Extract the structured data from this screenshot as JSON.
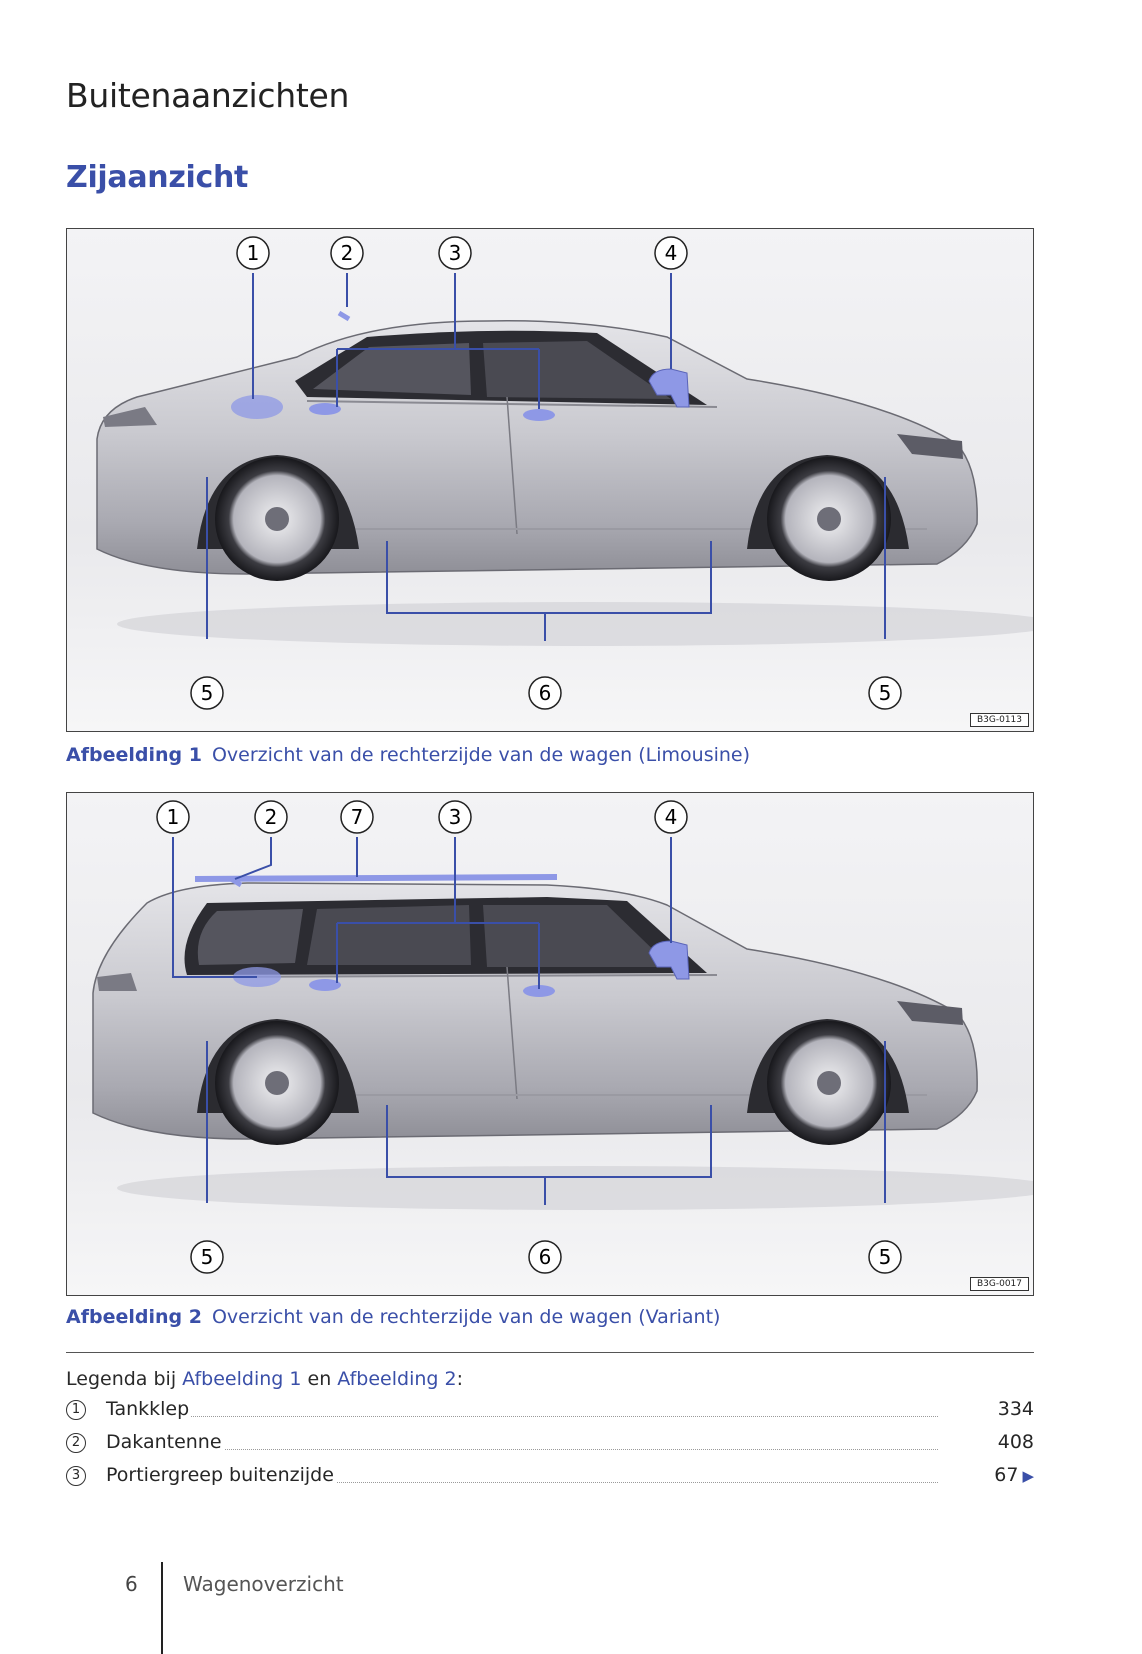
{
  "page": {
    "title": "Buitenaanzichten",
    "subtitle": "Zijaanzicht",
    "page_number": "6",
    "section": "Wagenoverzicht"
  },
  "figures": [
    {
      "label": "Afbeelding 1",
      "caption": "Overzicht van de rechterzijde van de wagen (Limousine)",
      "code": "B3G-0113",
      "callouts": [
        "1",
        "2",
        "3",
        "4",
        "5",
        "6",
        "5"
      ]
    },
    {
      "label": "Afbeelding 2",
      "caption": "Overzicht van de rechterzijde van de wagen (Variant)",
      "code": "B3G-0017",
      "callouts": [
        "1",
        "2",
        "7",
        "3",
        "4",
        "5",
        "6",
        "5"
      ]
    }
  ],
  "legend": {
    "intro": "Legenda bij",
    "ref1": "Afbeelding 1",
    "and": "en",
    "ref2": "Afbeelding 2",
    "colon": ":",
    "items": [
      {
        "num": "1",
        "label": "Tankklep",
        "page": "334"
      },
      {
        "num": "2",
        "label": "Dakantenne",
        "page": "408"
      },
      {
        "num": "3",
        "label": "Portiergreep buitenzijde",
        "page": "67"
      }
    ]
  },
  "colors": {
    "accent": "#3a4fa8",
    "highlight": "#8e98e6"
  }
}
